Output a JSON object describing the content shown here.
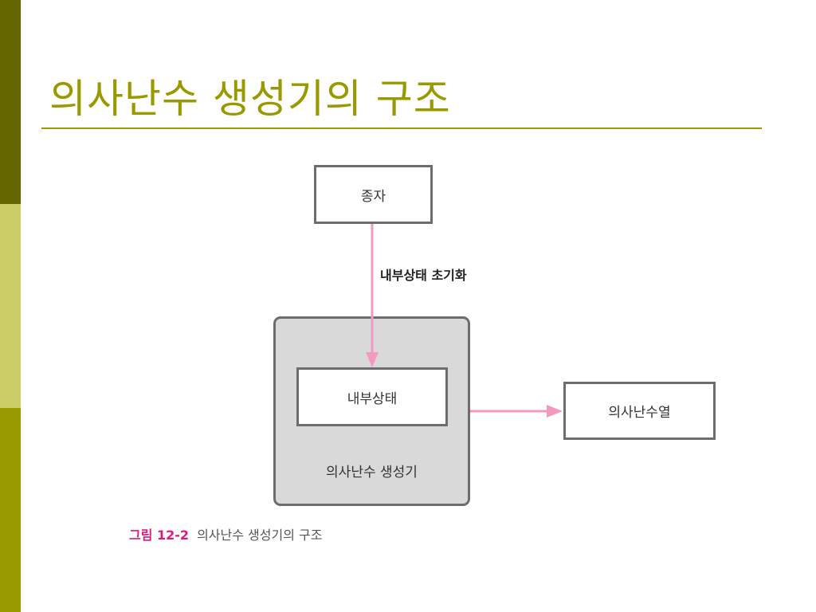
{
  "slide": {
    "title": "의사난수 생성기의 구조"
  },
  "diagram": {
    "seed": "종자",
    "arrow_label": "내부상태 초기화",
    "internal_state": "내부상태",
    "generator": "의사난수 생성기",
    "output": "의사난수열"
  },
  "caption": {
    "number": "그림 12-2",
    "text": "의사난수 생성기의 구조"
  },
  "colors": {
    "title": "#999900",
    "arrow": "#f49ac1",
    "caption_number": "#e0197d",
    "container_fill": "#d9d9d9"
  }
}
